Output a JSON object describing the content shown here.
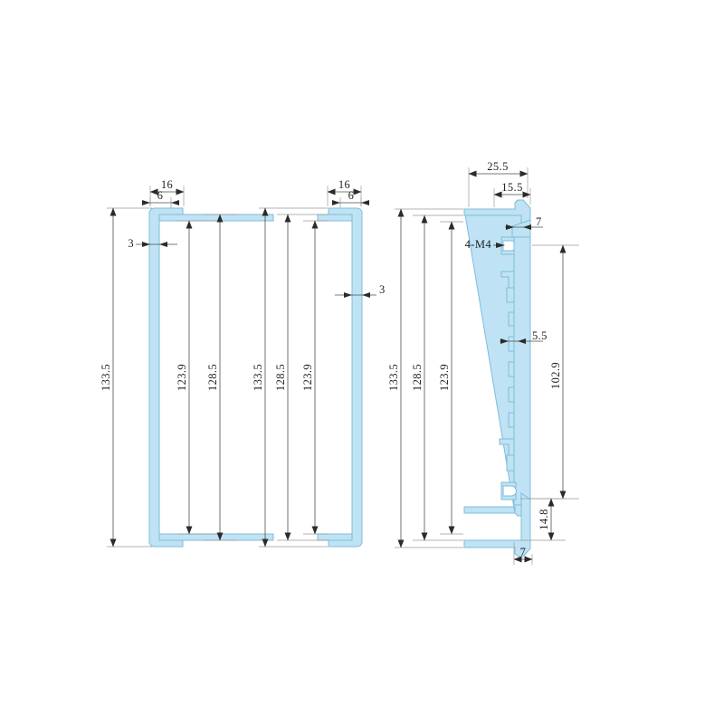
{
  "drawing": {
    "title": "Extrusion Profile Cross-Sections",
    "background_color": "#ffffff",
    "part_fill_color": "#bfe3f4",
    "part_stroke_color": "#7fbcd8",
    "dimension_line_color": "#4d4d4d",
    "extension_line_color": "#9a9a9a",
    "text_color": "#1f1f1f"
  },
  "views": [
    {
      "id": "view-left",
      "name": "left-channel-profile",
      "dimensions": {
        "width_outer": "16",
        "width_inner": "6",
        "wall_thickness": "3",
        "height_overall": "133.5",
        "height_mid": "123.9",
        "height_inner": "128.5"
      }
    },
    {
      "id": "view-middle",
      "name": "right-channel-profile",
      "dimensions": {
        "width_outer": "16",
        "width_inner": "6",
        "wall_thickness": "3",
        "height_overall": "133.5",
        "height_inner": "128.5",
        "height_mid": "123.9"
      }
    },
    {
      "id": "view-right",
      "name": "heatsink-rail-profile",
      "dimensions": {
        "flange_width_outer": "25.5",
        "flange_width_inner": "15.5",
        "neck_thickness": "7",
        "thread_callout": "4-M4",
        "rib_thickness": "5.5",
        "height_overall": "133.5",
        "height_inner": "128.5",
        "height_mid": "123.9",
        "body_height": "102.9",
        "foot_height": "14.8",
        "foot_width": "7"
      }
    }
  ],
  "labels": {
    "v1_16": "16",
    "v1_6": "6",
    "v1_3": "3",
    "v1_133_5": "133.5",
    "v1_123_9": "123.9",
    "v1_128_5": "128.5",
    "v2_16": "16",
    "v2_6": "6",
    "v2_3": "3",
    "v2_133_5": "133.5",
    "v2_128_5": "128.5",
    "v2_123_9": "123.9",
    "v3_25_5": "25.5",
    "v3_15_5": "15.5",
    "v3_7_top": "7",
    "v3_m4": "4-M4",
    "v3_5_5": "5.5",
    "v3_133_5": "133.5",
    "v3_128_5": "128.5",
    "v3_123_9": "123.9",
    "v3_102_9": "102.9",
    "v3_14_8": "14.8",
    "v3_7_bottom": "7"
  }
}
